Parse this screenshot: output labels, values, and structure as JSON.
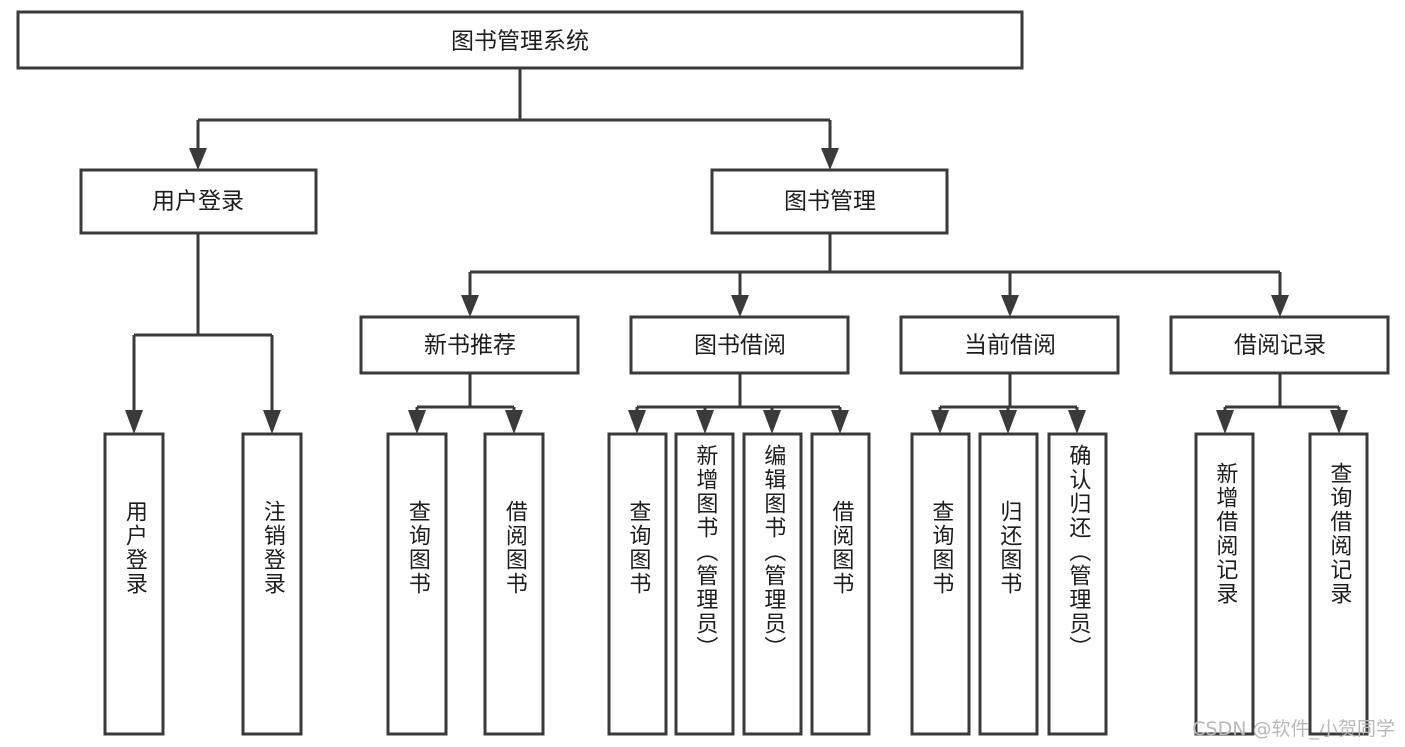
{
  "diagram": {
    "type": "tree-hierarchy",
    "title": "图书管理系统",
    "watermark": "CSDN @软件_小贺同学",
    "colors": {
      "stroke": "#3a3a3a",
      "fill": "#ffffff",
      "text": "#1d1d1d",
      "watermark": "#b9b9b9",
      "background": "#ffffff"
    },
    "root": {
      "label": "图书管理系统"
    },
    "level2": [
      {
        "id": "user-login",
        "label": "用户登录"
      },
      {
        "id": "book-management",
        "label": "图书管理"
      }
    ],
    "level3": [
      {
        "id": "new-book-recommend",
        "label": "新书推荐",
        "parent": "book-management"
      },
      {
        "id": "book-borrow",
        "label": "图书借阅",
        "parent": "book-management"
      },
      {
        "id": "current-borrow",
        "label": "当前借阅",
        "parent": "book-management"
      },
      {
        "id": "borrow-record",
        "label": "借阅记录",
        "parent": "book-management"
      }
    ],
    "leaves": [
      {
        "id": "leaf-user-login",
        "label": "用户登录",
        "parent": "user-login"
      },
      {
        "id": "leaf-user-logout",
        "label": "注销登录",
        "parent": "user-login"
      },
      {
        "id": "leaf-query-book-1",
        "label": "查询图书",
        "parent": "new-book-recommend"
      },
      {
        "id": "leaf-borrow-book-1",
        "label": "借阅图书",
        "parent": "new-book-recommend"
      },
      {
        "id": "leaf-query-book-2",
        "label": "查询图书",
        "parent": "book-borrow"
      },
      {
        "id": "leaf-add-book",
        "label": "新增图书（管理员）",
        "parent": "book-borrow"
      },
      {
        "id": "leaf-edit-book",
        "label": "编辑图书（管理员）",
        "parent": "book-borrow"
      },
      {
        "id": "leaf-borrow-book-2",
        "label": "借阅图书",
        "parent": "book-borrow"
      },
      {
        "id": "leaf-query-book-3",
        "label": "查询图书",
        "parent": "current-borrow"
      },
      {
        "id": "leaf-return-book",
        "label": "归还图书",
        "parent": "current-borrow"
      },
      {
        "id": "leaf-confirm-return",
        "label": "确认归还（管理员）",
        "parent": "current-borrow"
      },
      {
        "id": "leaf-add-record",
        "label": "新增借阅记录",
        "parent": "borrow-record"
      },
      {
        "id": "leaf-query-record",
        "label": "查询借阅记录",
        "parent": "borrow-record"
      }
    ]
  }
}
